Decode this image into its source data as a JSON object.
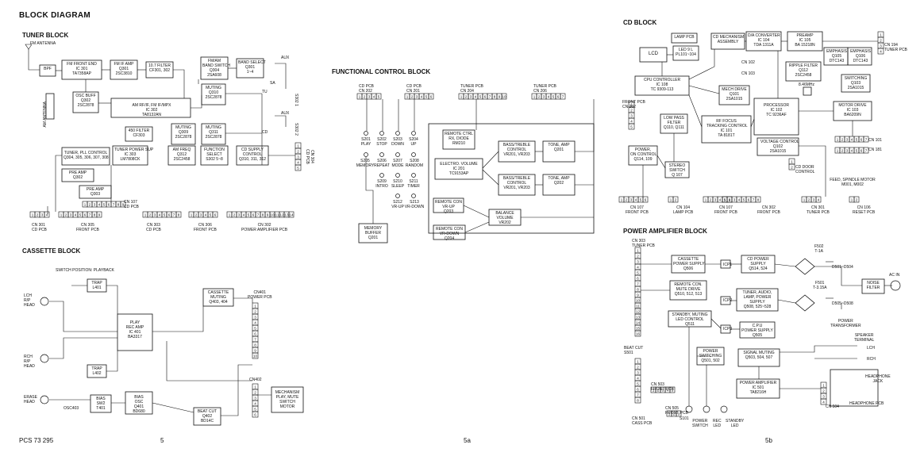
{
  "header": {
    "title": "BLOCK DIAGRAM"
  },
  "footer": {
    "doc_id": "PCS 73 295",
    "page_5": "5",
    "page_5a": "5a",
    "page_5b": "5b"
  },
  "tuner": {
    "title": "TUNER BLOCK",
    "fm_antenna": "FM ANTENNA",
    "am_antenna": "AM ANTENNA",
    "bpf": "BPF",
    "fm_front_end": "FM FRONT END\nIC 301\nTA7358AP",
    "fm_if_amp": "FM IF AMP\nQ301\n2SC3810",
    "if_filter": "10.7 FILTER\nCF301, 302",
    "fm_am_band": "FM/AM\nBAND SWITCH\nQ304\n2SA608",
    "band_select": "BAND SELECT\nQ301\n1~4",
    "osc_buff": "OSC BUFF\nQ302\n2SC2878",
    "am_rf": "AM RF/IF, FM IF/MPX\nIC 302\nTA8132AN",
    "filter_450": "450 FILTER\nCF303",
    "muting_q309": "MUTING\nQ309\n2SC2878",
    "muting_q310": "MUTING\nQ310\n2SC2878",
    "muting_q311": "MUTING\nQ311\n2SC2878",
    "tuner_pll": "TUNER, PLL CONTROL\nQ304, 305, 306, 307, 308",
    "tuner_power": "TUNER POWER SUP\nIC 303\nLM7808CK",
    "am_freq": "AM FREQ\nQ312\n2SC2458",
    "function_select": "FUNCTION\nSELECT\nS302 5~8",
    "cd_supply": "CD SUPPLY\nCONTROL\nQ310, 311, 312",
    "pre_amp_1": "PRE AMP\nQ302",
    "pre_amp_2": "PRE AMP\nQ303",
    "aux": "AUX",
    "sa": "SA",
    "tu": "TU",
    "cd": "CD",
    "aux2": "AUX",
    "s302_1": "S302 1",
    "s302_2": "S302 2",
    "cn_side": "CN 304\nCD PCB",
    "cn_107": "CN 107\nCD PCB",
    "cn_301": "CN 301\nCD PCB",
    "cn_305": "CN 305\nFRONT PCB",
    "cn_303": "CN 303\nCD PCB",
    "cn_306": "CN 306\nFRONT PCB",
    "cn_302": "CN 302\nPOWER AMPLIFIER PCB"
  },
  "cassette": {
    "title": "CASSETTE BLOCK",
    "switch_position": "SWITCH POSITION: PLAYBACK",
    "lch_head": "LCH\nR/P\nHEAD",
    "rch_head": "RCH\nR/P\nHEAD",
    "erase_head": "ERASE\nHEAD",
    "trap_l401": "TRAP\nL401",
    "trap_l402": "TRAP\nL402",
    "play_rec": "PLAY\nREC AMP\nIC 401\nBA3317",
    "cassette_muting": "CASSETTE\nMUTING\nQ403, 404",
    "cn_power": "CN401\nPOWER PCB",
    "cn_402": "CN402",
    "mechanism": "MECHANISM\nPLAY, MUTE\nSWITCH\nMOTOR",
    "bias_sw": "BIAS\nSW2\nT401",
    "bias_osc": "BIAS\nOSC\nQ401\nBD680",
    "beat_cut": "BEAT CUT\nQ402\nBD14C",
    "osc403": "OSC403"
  },
  "functional": {
    "title": "FUNCTIONAL CONTROL BLOCK",
    "cn_202": "CD PCB\nCN 202",
    "cn_201": "CD PCB\nCN 201",
    "cn_204": "TUNER PCB\nCN 204",
    "cn_206": "TUNER PCB\nCN 206",
    "s201": "S201\nPLAY",
    "s202": "S202\nSTOP",
    "s203": "S203\nDOWN",
    "s204": "S204\nUP",
    "s205": "S205\nMEMORY",
    "s206": "S206\nREPEAT",
    "s207": "S207\nMODE",
    "s208": "S208\nRANDOM",
    "s209": "S209\nINTRO",
    "s210": "S210\nSLEEP",
    "s211": "S211\nTIMER",
    "s212": "S212\nVR-UP",
    "s213": "S213\nVR-DOWN",
    "remote_ctrl": "REMOTE CTRL\nRX, DIODE\nRM210",
    "bass_treble_1": "BASS/TREBLE\nCONTROL\nVR201, VR203",
    "tone_amp_1": "TONE, AMP\nQ201",
    "electro_volume": "ELECTRO. VOLUME\nIC 201\nTC9153AP",
    "bass_treble_2": "BASS/TREBLE\nCONTROL\nVR201, VR203",
    "tone_amp_2": "TONE, AMP\nQ202",
    "remote_con_1": "REMOTE CON\nVR-UP\nQ203",
    "remote_con_2": "REMOTE CON\nVR-DOWN\nQ204",
    "balance_volume": "BALANCE\nVOLUME\nVR202",
    "memory_buffer": "MEMORY\nBUFFER\nQ201"
  },
  "cd_block": {
    "title": "CD BLOCK",
    "lamp_pcb": "LAMP PCB",
    "cd_mechanism": "CD MECHANISM\nASSEMBLY",
    "da_converter": "D/A CONVERTER\nIC 104\nTDA 1311A",
    "preamp": "PREAMP\nIC 105\nBA 15218N",
    "lcd": "LCD",
    "led": "LED 9 L\nPL101~104",
    "cn_102": "CN 102",
    "cn_103": "CN 103",
    "cpu_controller": "CPU CONTROLLER\nIC 108\nTC 9309-113",
    "mech_drive": "MECH DRIVE\nQ101\n2SA1015",
    "ripple_filter": "RIPPLE FILTER\nQ112\n2SC2458",
    "emphasis_1": "EMPHASIS\nQ105\nDTC143",
    "emphasis_2": "EMPHASIS\nQ106\nDTC143",
    "switching": "SWITCHING\nQ103\n2SA1015",
    "low_pass": "LOW PASS\nFILTER\nQ110, Q111",
    "rf_focus": "RF FOCUS\nTRACKING CONTROL\nIC 101\nTA 8181T",
    "processor": "PROCESSOR\nIC 102\nTC 9236AF",
    "motor_drive": "MOTOR DRIVE\nIC 103\nBA6209N",
    "mhz": "8.46MHz",
    "power_on": "POWER,\nON CONTROL\nQ114, 109",
    "stereo_switch": "STEREO\nSWITCH\nQ 107",
    "voltage_control": "VOLTAGE CONTROL\nQ102\n2SA1015",
    "cd_door": "CD DOOR\nCONTROL",
    "front_pcb_tag": "FRONT PCB\nCN 202",
    "cn_194": "CN 194\nTUNER PCB",
    "cn_101": "CN 101",
    "cn_181": "CN 181",
    "feed_spindle": "FEED, SPINDLE MOTOR\nM001, M002",
    "cn_107": "CN 107\nFRONT PCB",
    "cn_104": "CN 104\nLAMP PCB",
    "cn_107b": "CN 107\nFRONT PCB",
    "cn_302": "CN 302\nFRONT PCB",
    "cn_301": "CN 301\nTUNER PCB",
    "cn_106": "CN 106\nRESET PCB"
  },
  "power_amp": {
    "title": "POWER AMPLIFIER BLOCK",
    "cn_303": "CN 303\nTUNER PCB",
    "cassette_supply": "CASSETTE\nPOWER SUPPLY\nQ506",
    "cd_power": "CD POWER\nSUPPLY\nQ514, 524",
    "remote_con": "REMOTE CON.\nMUTE DRIVE\nQ510, 512, 513",
    "tuner_audio": "TUNER, AUDIO,\nLAMP, POWER\nSUPPLY\nQ508, 525~528",
    "standby_muting": "STANDBY, MUTING\nLED CONTROL\nQ511",
    "cpu_power": "C.P.U\nPOWER SUPPLY\nQ505",
    "power_switching": "POWER\nSWITCHING\nQ501, 502",
    "signal_muting": "SIGNAL MUTING\nQ503, 504, 507",
    "power_amplifier": "POWER AMPLIFIER\nIC 501\nTA8216H",
    "fuse_1": "F502\nT-1A",
    "fuse_2": "F501\nT-3.15A",
    "d_1": "D501~D504",
    "d_2": "D505~D508",
    "noise_filter": "NOISE\nFILTER",
    "ac_in": "AC IN",
    "transformer": "POWER\nTRANSFORMER",
    "speaker_terminal": "SPEAKER\nTERMINAL",
    "lch": "LCH",
    "rch": "RCH",
    "headphone_jack": "HEADPHONE\nJACK",
    "headphone_pcb": "HEADPHONE PCB",
    "beat_cut": "BEAT CUT\nS501",
    "cn_503": "CN 503\nFRONT PCB",
    "cn_505": "CN 505\nFRONT PCB",
    "cn_501": "CN 501\nCASS PCB",
    "cn_504": "CN 504",
    "s101": "S101",
    "power_switch": "POWER\nSWITCH",
    "rec_led": "REC\nLED",
    "standby_led": "STANDBY\nLED",
    "ic1": "ICP1",
    "ic2": "ICP2",
    "ic3": "ICP3"
  }
}
